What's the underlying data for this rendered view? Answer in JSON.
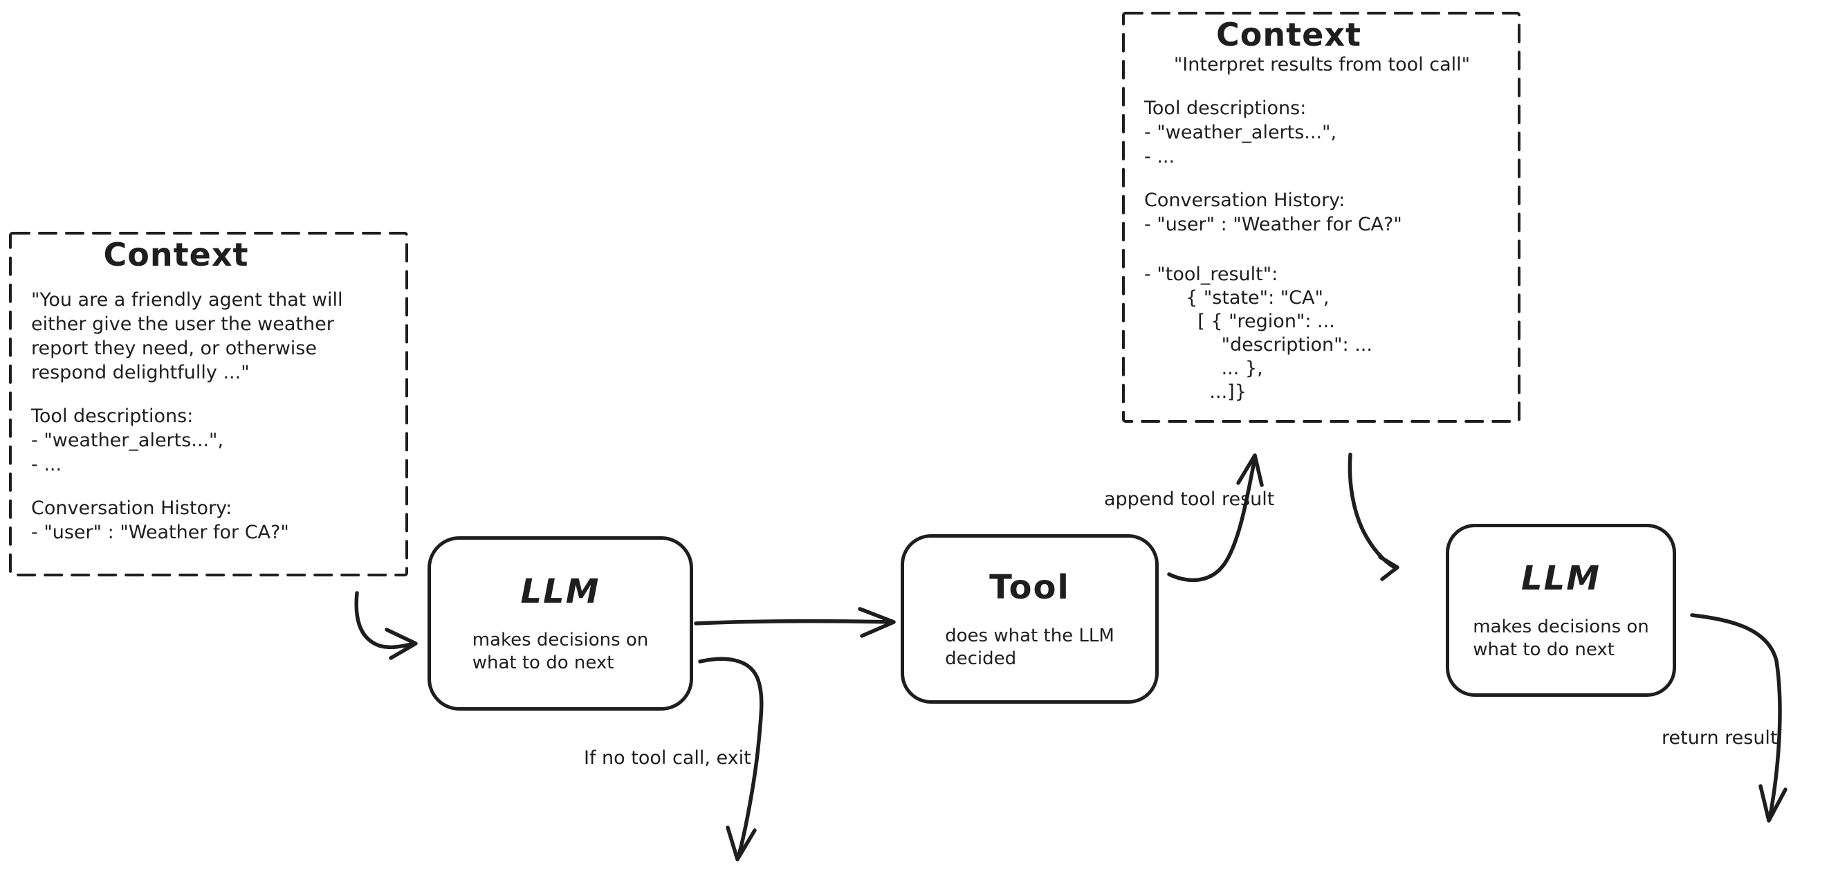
{
  "colors": {
    "stroke": "#1e1e1e",
    "background": "#ffffff"
  },
  "context_left": {
    "title": "Context",
    "system_prompt": [
      "\"You are a friendly agent that will",
      "either give the user the weather",
      "report they need, or otherwise",
      "respond delightfully ...\""
    ],
    "tool_descriptions": [
      "Tool descriptions:",
      "- \"weather_alerts...\",",
      "- ..."
    ],
    "conversation_history": [
      "Conversation History:",
      "- \"user\" : \"Weather for CA?\""
    ]
  },
  "context_right": {
    "title": "Context",
    "instruction": "\"Interpret results from tool call\"",
    "tool_descriptions": [
      "Tool descriptions:",
      "- \"weather_alerts...\",",
      "- ..."
    ],
    "conversation_history": [
      "Conversation History:",
      "- \"user\" : \"Weather for CA?\""
    ],
    "tool_result": [
      "- \"tool_result\":",
      "       { \"state\": \"CA\",",
      "         [ { \"region\": ...",
      "             \"description\": ...",
      "             ... },",
      "           ...]}"
    ]
  },
  "nodes": {
    "llm1": {
      "title": "LLM",
      "desc": [
        "makes decisions on",
        "what to do next"
      ]
    },
    "tool": {
      "title": "Tool",
      "desc": [
        "does what the LLM",
        "decided"
      ]
    },
    "llm2": {
      "title": "LLM",
      "desc": [
        "makes decisions on",
        "what to do next"
      ]
    }
  },
  "edge_labels": {
    "append_tool_result": "append tool result",
    "no_tool_exit": "If no tool call, exit",
    "return_result": "return result"
  }
}
